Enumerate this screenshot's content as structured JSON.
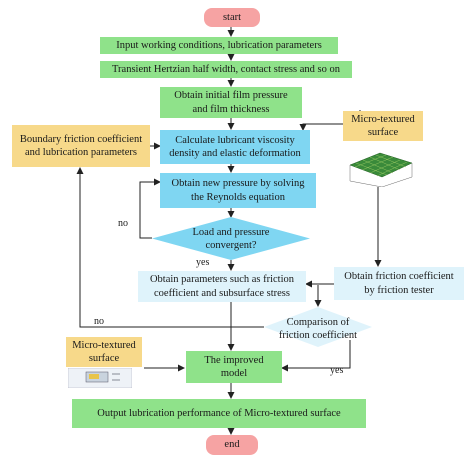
{
  "nodes": {
    "start": "start",
    "input": "Input working conditions,  lubrication parameters",
    "hertz": "Transient Hertzian half width,  contact stress and so on",
    "initial_line1": "Obtain initial film pressure",
    "initial_line2": "and film thickness",
    "calc_line1": "Calculate lubricant viscosity",
    "calc_line2": "density and elastic deformation",
    "newp_line1": "Obtain new pressure by solving",
    "newp_line2": "the Reynolds equation",
    "conv_line1": "Load and pressure",
    "conv_line2": "convergent?",
    "params_line1": "Obtain parameters such as friction",
    "params_line2": "coefficient and subsurface stress",
    "tester_line1": "Obtain friction coefficient",
    "tester_line2": "by friction tester",
    "compare_line1": "Comparison of",
    "compare_line2": "friction coefficient",
    "improved_line1": "The improved",
    "improved_line2": "model",
    "output": "Output lubrication performance of Micro-textured surface",
    "end": "end",
    "boundary_line1": "Boundary friction coefficient",
    "boundary_line2": "and lubrication parameters",
    "micro_right_line1": "Micro-textured",
    "micro_right_line2": "surface",
    "micro_left_line1": "Micro-textured",
    "micro_left_line2": "surface"
  },
  "labels": {
    "no_1": "no",
    "yes_1": "yes",
    "no_2": "no",
    "yes_2": "yes"
  },
  "colors": {
    "green": "#8fe28a",
    "blue": "#7fd6f2",
    "light_blue": "#dff3fb",
    "yellow": "#f7d98a",
    "pink": "#f6a3a3",
    "surface_plot": "#3a8a3a"
  }
}
